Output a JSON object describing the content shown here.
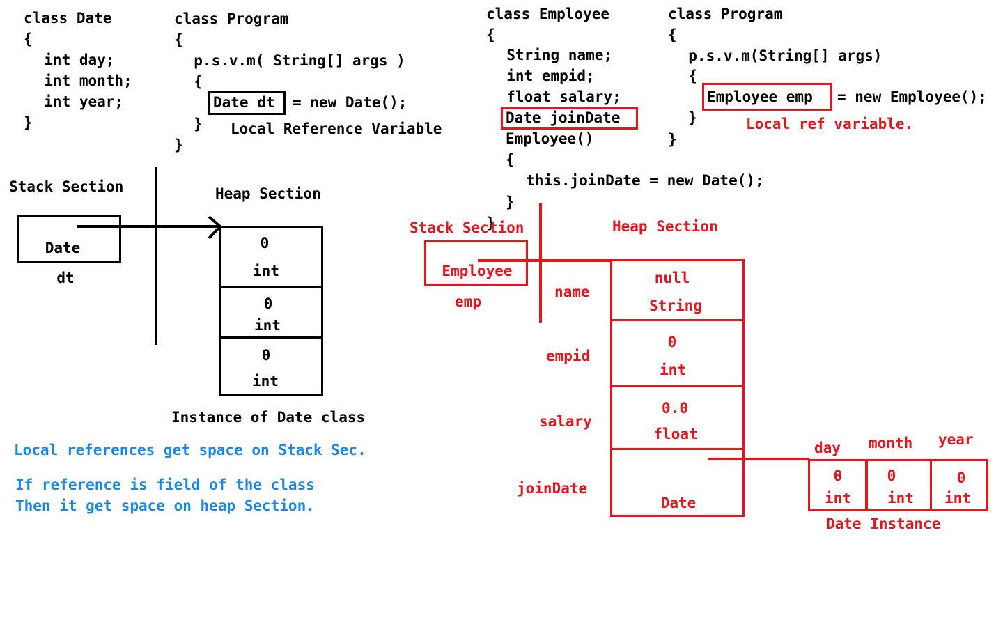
{
  "left": {
    "date_class": [
      "class Date",
      "{",
      "  int day;",
      "  int month;",
      "  int year;",
      "}"
    ],
    "program_class": {
      "header": [
        "class Program",
        "{",
        "  p.s.v.m( String[] args )",
        "  {"
      ],
      "decl": "Date dt",
      "assign": "= new Date();",
      "close_inner": "}",
      "close_outer": "}",
      "note": "Local Reference Variable"
    },
    "stack_title": "Stack Section",
    "heap_title": "Heap Section",
    "stack_box": {
      "type": "Date",
      "var": "dt"
    },
    "heap_cells": [
      {
        "value": "0",
        "type": "int"
      },
      {
        "value": "0",
        "type": "int"
      },
      {
        "value": "0",
        "type": "int"
      }
    ],
    "instance_caption": "Instance of Date class",
    "notes": [
      "Local references get space on Stack Sec.",
      "If reference is field of the class",
      "Then it get space on heap Section."
    ]
  },
  "right": {
    "employee_class": [
      "class Employee",
      "{",
      "  String name;",
      "  int empid;",
      "  float salary;"
    ],
    "join_date_field": "Date joinDate",
    "ctor": [
      "Employee()",
      "{",
      "  this.joinDate = new Date();",
      "}",
      "}"
    ],
    "program_class": {
      "header": [
        "class Program",
        "{",
        "  p.s.v.m(String[] args)",
        "  {"
      ],
      "decl": "Employee emp",
      "assign": "= new Employee();",
      "close_inner": "}",
      "close_outer": "}",
      "note": "Local ref variable."
    },
    "stack_title": "Stack Section",
    "heap_title": "Heap Section",
    "stack_box": {
      "type": "Employee",
      "var": "emp"
    },
    "fields": [
      {
        "name": "name",
        "value": "null",
        "type": "String"
      },
      {
        "name": "empid",
        "value": "0",
        "type": "int"
      },
      {
        "name": "salary",
        "value": "0.0",
        "type": "float"
      },
      {
        "name": "joinDate",
        "value": "",
        "type": "Date"
      }
    ],
    "date_instance": {
      "cells": [
        {
          "label": "day",
          "value": "0",
          "type": "int"
        },
        {
          "label": "month",
          "value": "0",
          "type": "int"
        },
        {
          "label": "year",
          "value": "0",
          "type": "int"
        }
      ],
      "caption": "Date Instance"
    }
  },
  "colors": {
    "black": "#000000",
    "red": "#e8141c",
    "blue": "#1a87e8"
  }
}
